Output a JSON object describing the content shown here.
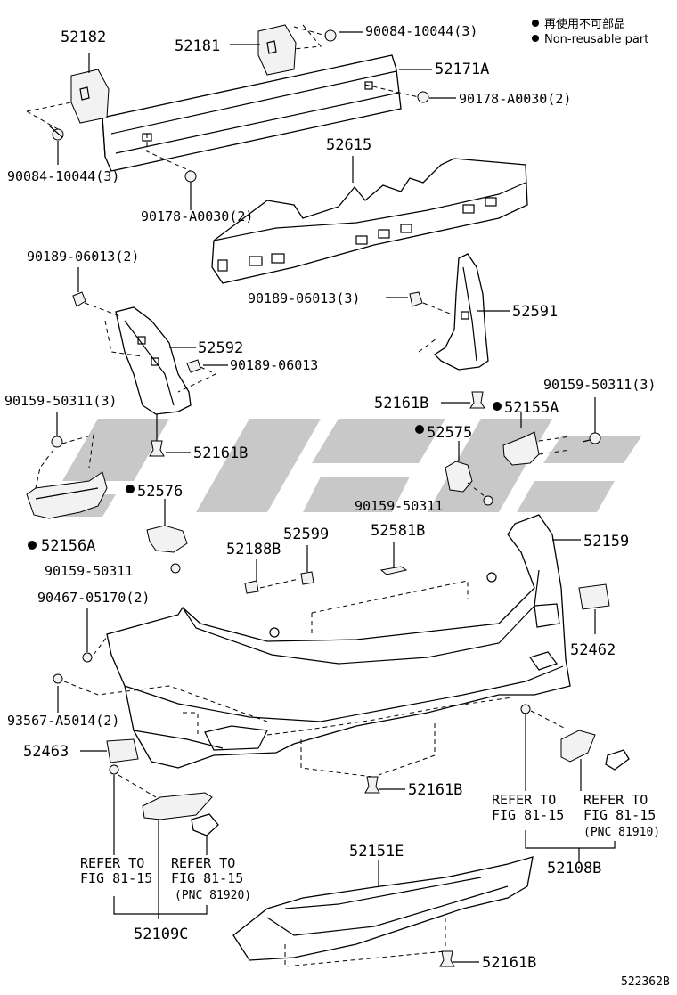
{
  "legend": {
    "line1": "再使用不可部品",
    "line2": "Non-reusable part"
  },
  "watermark_icon": "watermark-logo",
  "figure_id": "522362B",
  "labels": {
    "p52182": "52182",
    "p52181": "52181",
    "p90084_top": "90084-10044(3)",
    "p52171A": "52171A",
    "p90178_right": "90178-A0030(2)",
    "p90084_left": "90084-10044(3)",
    "p52615": "52615",
    "p90178_left": "90178-A0030(2)",
    "p90189_2": "90189-06013(2)",
    "p90189_3": "90189-06013(3)",
    "p52591": "52591",
    "p52592": "52592",
    "p90189_1": "90189-06013",
    "p90159_left3": "90159-50311(3)",
    "p52161B_a": "52161B",
    "p90159_right3": "90159-50311(3)",
    "p52155A": "52155A",
    "p52161B_b": "52161B",
    "p52575": "52575",
    "p90159_mid": "90159-50311",
    "p52576": "52576",
    "p52156A": "52156A",
    "p90159_left": "90159-50311",
    "p52599": "52599",
    "p52188B": "52188B",
    "p52581B": "52581B",
    "p52159": "52159",
    "p90467": "90467-05170(2)",
    "p52462": "52462",
    "p93567": "93567-A5014(2)",
    "p52463": "52463",
    "p52161B_c": "52161B",
    "p52108B": "52108B",
    "p52151E": "52151E",
    "p52109C": "52109C",
    "p52161B_d": "52161B"
  },
  "refer": {
    "right_a1": "REFER TO",
    "right_a2": "FIG 81-15",
    "right_b1": "REFER TO",
    "right_b2": "FIG 81-15",
    "right_pnc": "(PNC 81910)",
    "left_a1": "REFER TO",
    "left_a2": "FIG 81-15",
    "left_b1": "REFER TO",
    "left_b2": "FIG 81-15",
    "left_pnc": "(PNC 81920)"
  }
}
